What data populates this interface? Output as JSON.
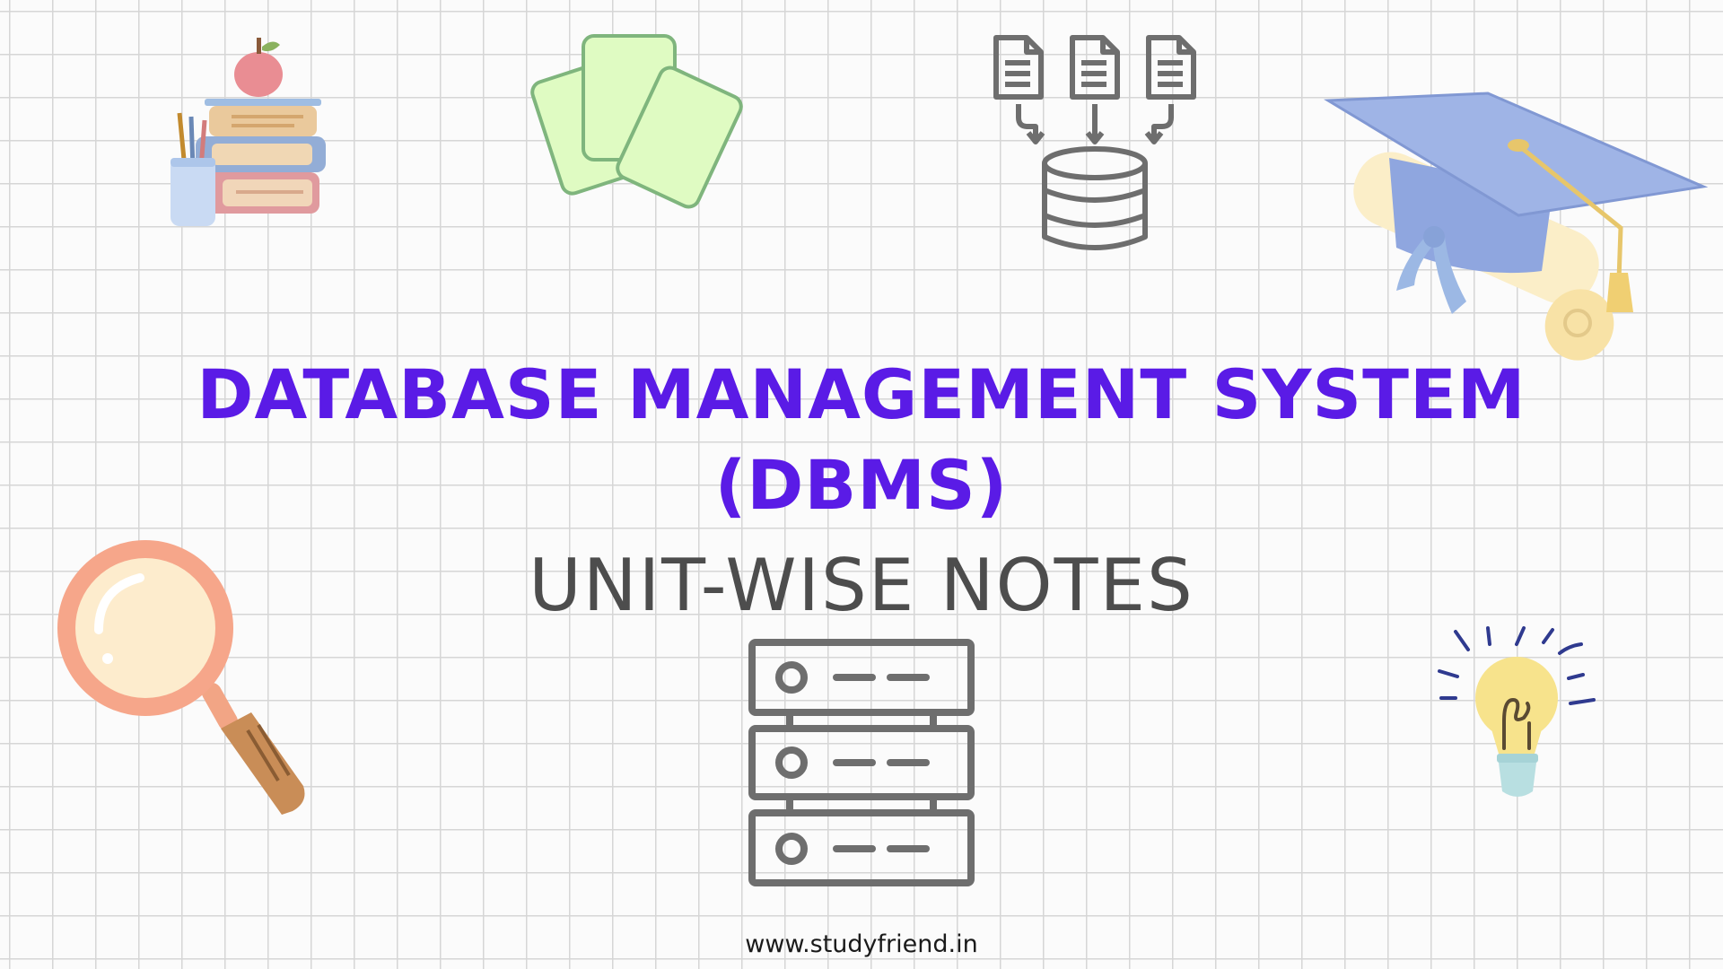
{
  "heading": {
    "line1": "DATABASE MANAGEMENT SYSTEM",
    "line2": "(DBMS)"
  },
  "subheading": "UNIT-WISE NOTES",
  "footer": {
    "website": "www.studyfriend.in"
  },
  "colors": {
    "heading": "#5a1be6",
    "subheading": "#4d4d4d",
    "icon_gray": "#6e6e6e",
    "grid_line": "#d6d6d6"
  },
  "icons": [
    "books-apple-icon",
    "cards-icon",
    "documents-to-database-icon",
    "graduation-cap-diploma-icon",
    "magnifying-glass-icon",
    "server-rack-icon",
    "light-bulb-icon"
  ]
}
